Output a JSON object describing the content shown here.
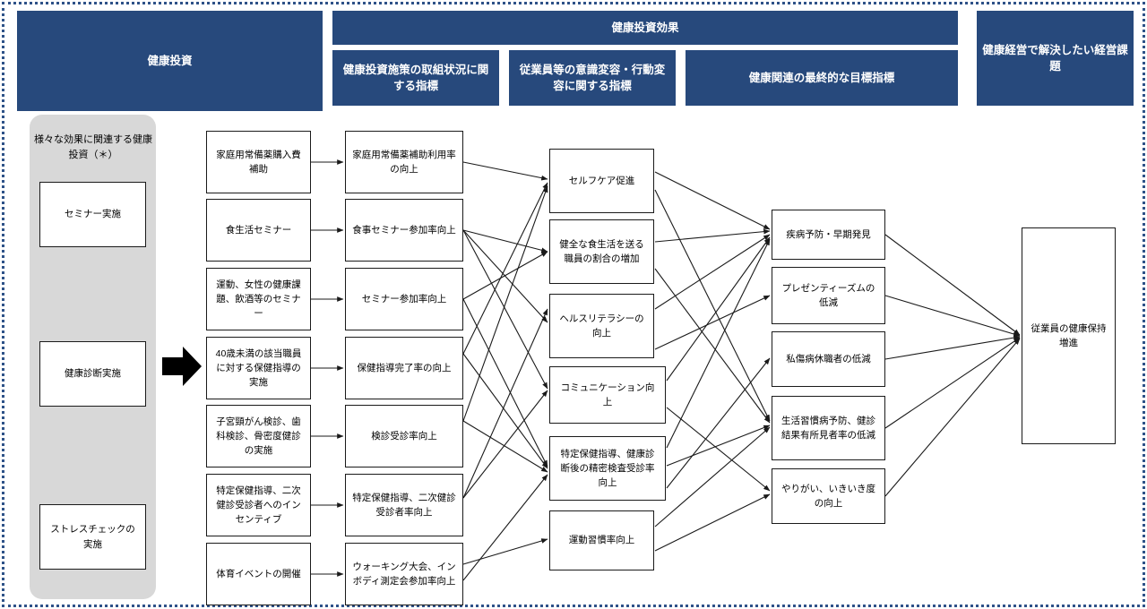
{
  "header": {
    "investment": "健康投資",
    "effect": "健康投資効果",
    "indicator_process": "健康投資施策の取組状況に関する指標",
    "indicator_behavior": "従業員等の意識変容・行動変容に関する指標",
    "indicator_outcome": "健康関連の最終的な目標指標",
    "issue": "健康経営で解決したい経営課題"
  },
  "sidebar": {
    "title": "様々な効果に関連する健康投資（＊）",
    "items": [
      {
        "label": "セミナー実施"
      },
      {
        "label": "健康診断実施"
      },
      {
        "label": "ストレスチェックの実施"
      }
    ]
  },
  "col_investment": [
    {
      "label": "家庭用常備薬購入費補助"
    },
    {
      "label": "食生活セミナー"
    },
    {
      "label": "運動、女性の健康課題、飲酒等のセミナー"
    },
    {
      "label": "40歳未満の該当職員に対する保健指導の実施"
    },
    {
      "label": "子宮頸がん検診、歯科検診、骨密度健診の実施"
    },
    {
      "label": "特定保健指導、二次健診受診者へのインセンティブ"
    },
    {
      "label": "体育イベントの開催"
    }
  ],
  "col_process": [
    {
      "label": "家庭用常備薬補助利用率の向上"
    },
    {
      "label": "食事セミナー参加率向上"
    },
    {
      "label": "セミナー参加率向上"
    },
    {
      "label": "保健指導完了率の向上"
    },
    {
      "label": "検診受診率向上"
    },
    {
      "label": "特定保健指導、二次健診受診者率向上"
    },
    {
      "label": "ウォーキング大会、インボディ測定会参加率向上"
    }
  ],
  "col_behavior": [
    {
      "label": "セルフケア促進"
    },
    {
      "label": "健全な食生活を送る職員の割合の増加"
    },
    {
      "label": "ヘルスリテラシーの向上"
    },
    {
      "label": "コミュニケーション向上"
    },
    {
      "label": "特定保健指導、健康診断後の精密検査受診率向上"
    },
    {
      "label": "運動習慣率向上"
    }
  ],
  "col_outcome": [
    {
      "label": "疾病予防・早期発見"
    },
    {
      "label": "プレゼンティーズムの低減"
    },
    {
      "label": "私傷病休職者の低減"
    },
    {
      "label": "生活習慣病予防、健診結果有所見者率の低減"
    },
    {
      "label": "やりがい、いきいき度の向上"
    }
  ],
  "goal": {
    "label": "従業員の健康保持増進"
  },
  "colors": {
    "header_blue": "#27497c",
    "frame_dotted": "#2e5288",
    "panel_grey": "#d8d8d8",
    "node_border": "#1a1a1a",
    "arrow": "#1a1a1a"
  }
}
